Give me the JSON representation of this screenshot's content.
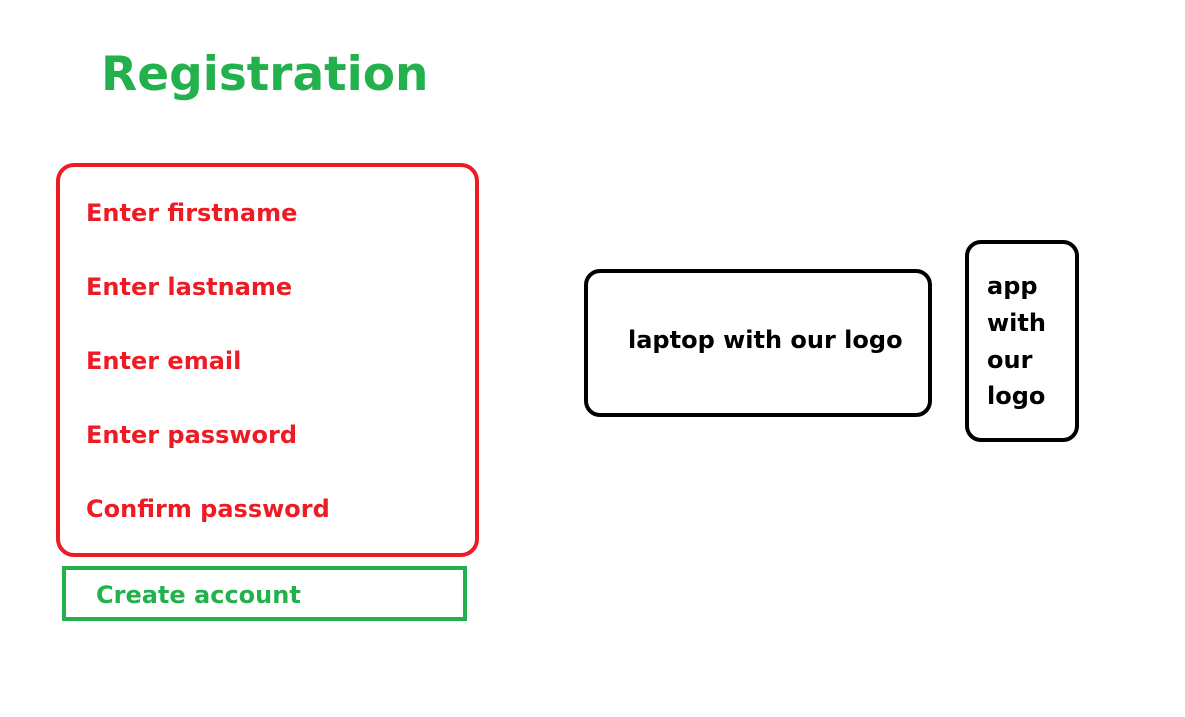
{
  "page": {
    "title": "Registration"
  },
  "form": {
    "fields": [
      {
        "label": "Enter firstname"
      },
      {
        "label": "Enter lastname"
      },
      {
        "label": "Enter email"
      },
      {
        "label": "Enter password"
      },
      {
        "label": "Confirm password"
      }
    ],
    "submit_label": "Create account"
  },
  "laptop_placeholder": {
    "text": "laptop with our logo"
  },
  "app_placeholder": {
    "lines": [
      "app",
      "with",
      "our",
      "logo"
    ]
  },
  "colors": {
    "title": "#22b14c",
    "form_border": "#ed1c24",
    "form_text": "#ed1c24",
    "button_border": "#22b14c",
    "button_text": "#22b14c",
    "placeholder_border": "#000000",
    "placeholder_text": "#000000"
  }
}
